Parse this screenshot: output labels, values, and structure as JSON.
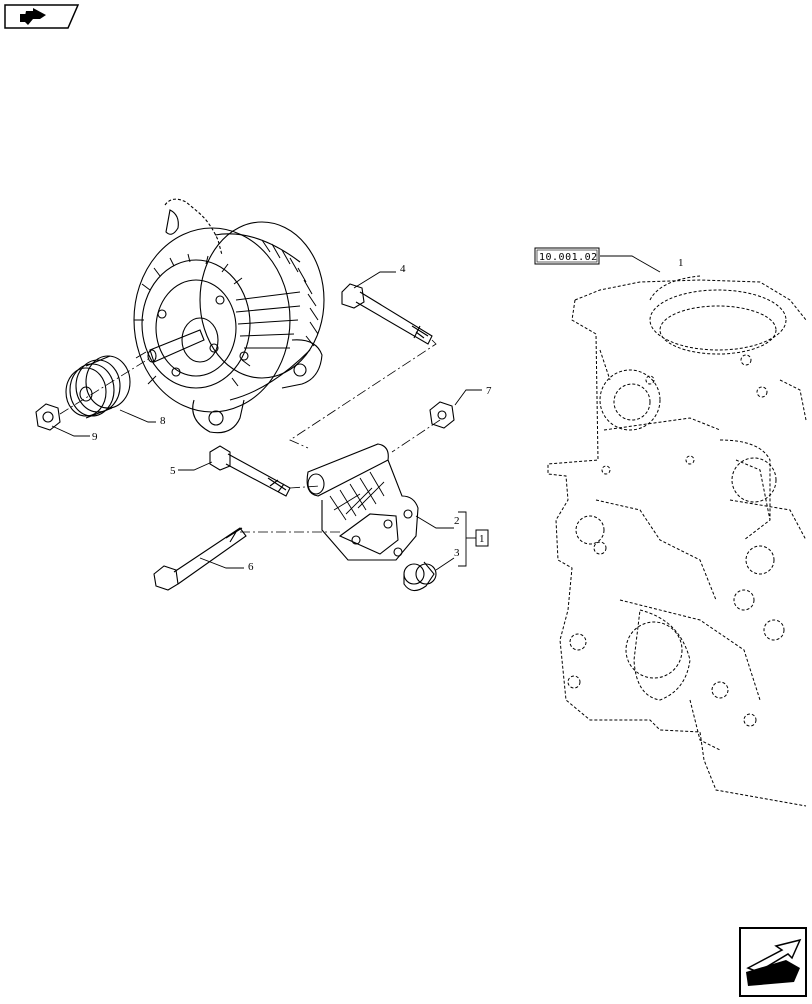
{
  "navigation": {
    "back_icon": "back-arrow-icon",
    "next_icon": "next-arrow-icon"
  },
  "reference": {
    "label": "10.001.02",
    "callout": "1"
  },
  "callouts": [
    "2",
    "3",
    "4",
    "5",
    "6",
    "7",
    "8",
    "9"
  ],
  "group_box": "1"
}
